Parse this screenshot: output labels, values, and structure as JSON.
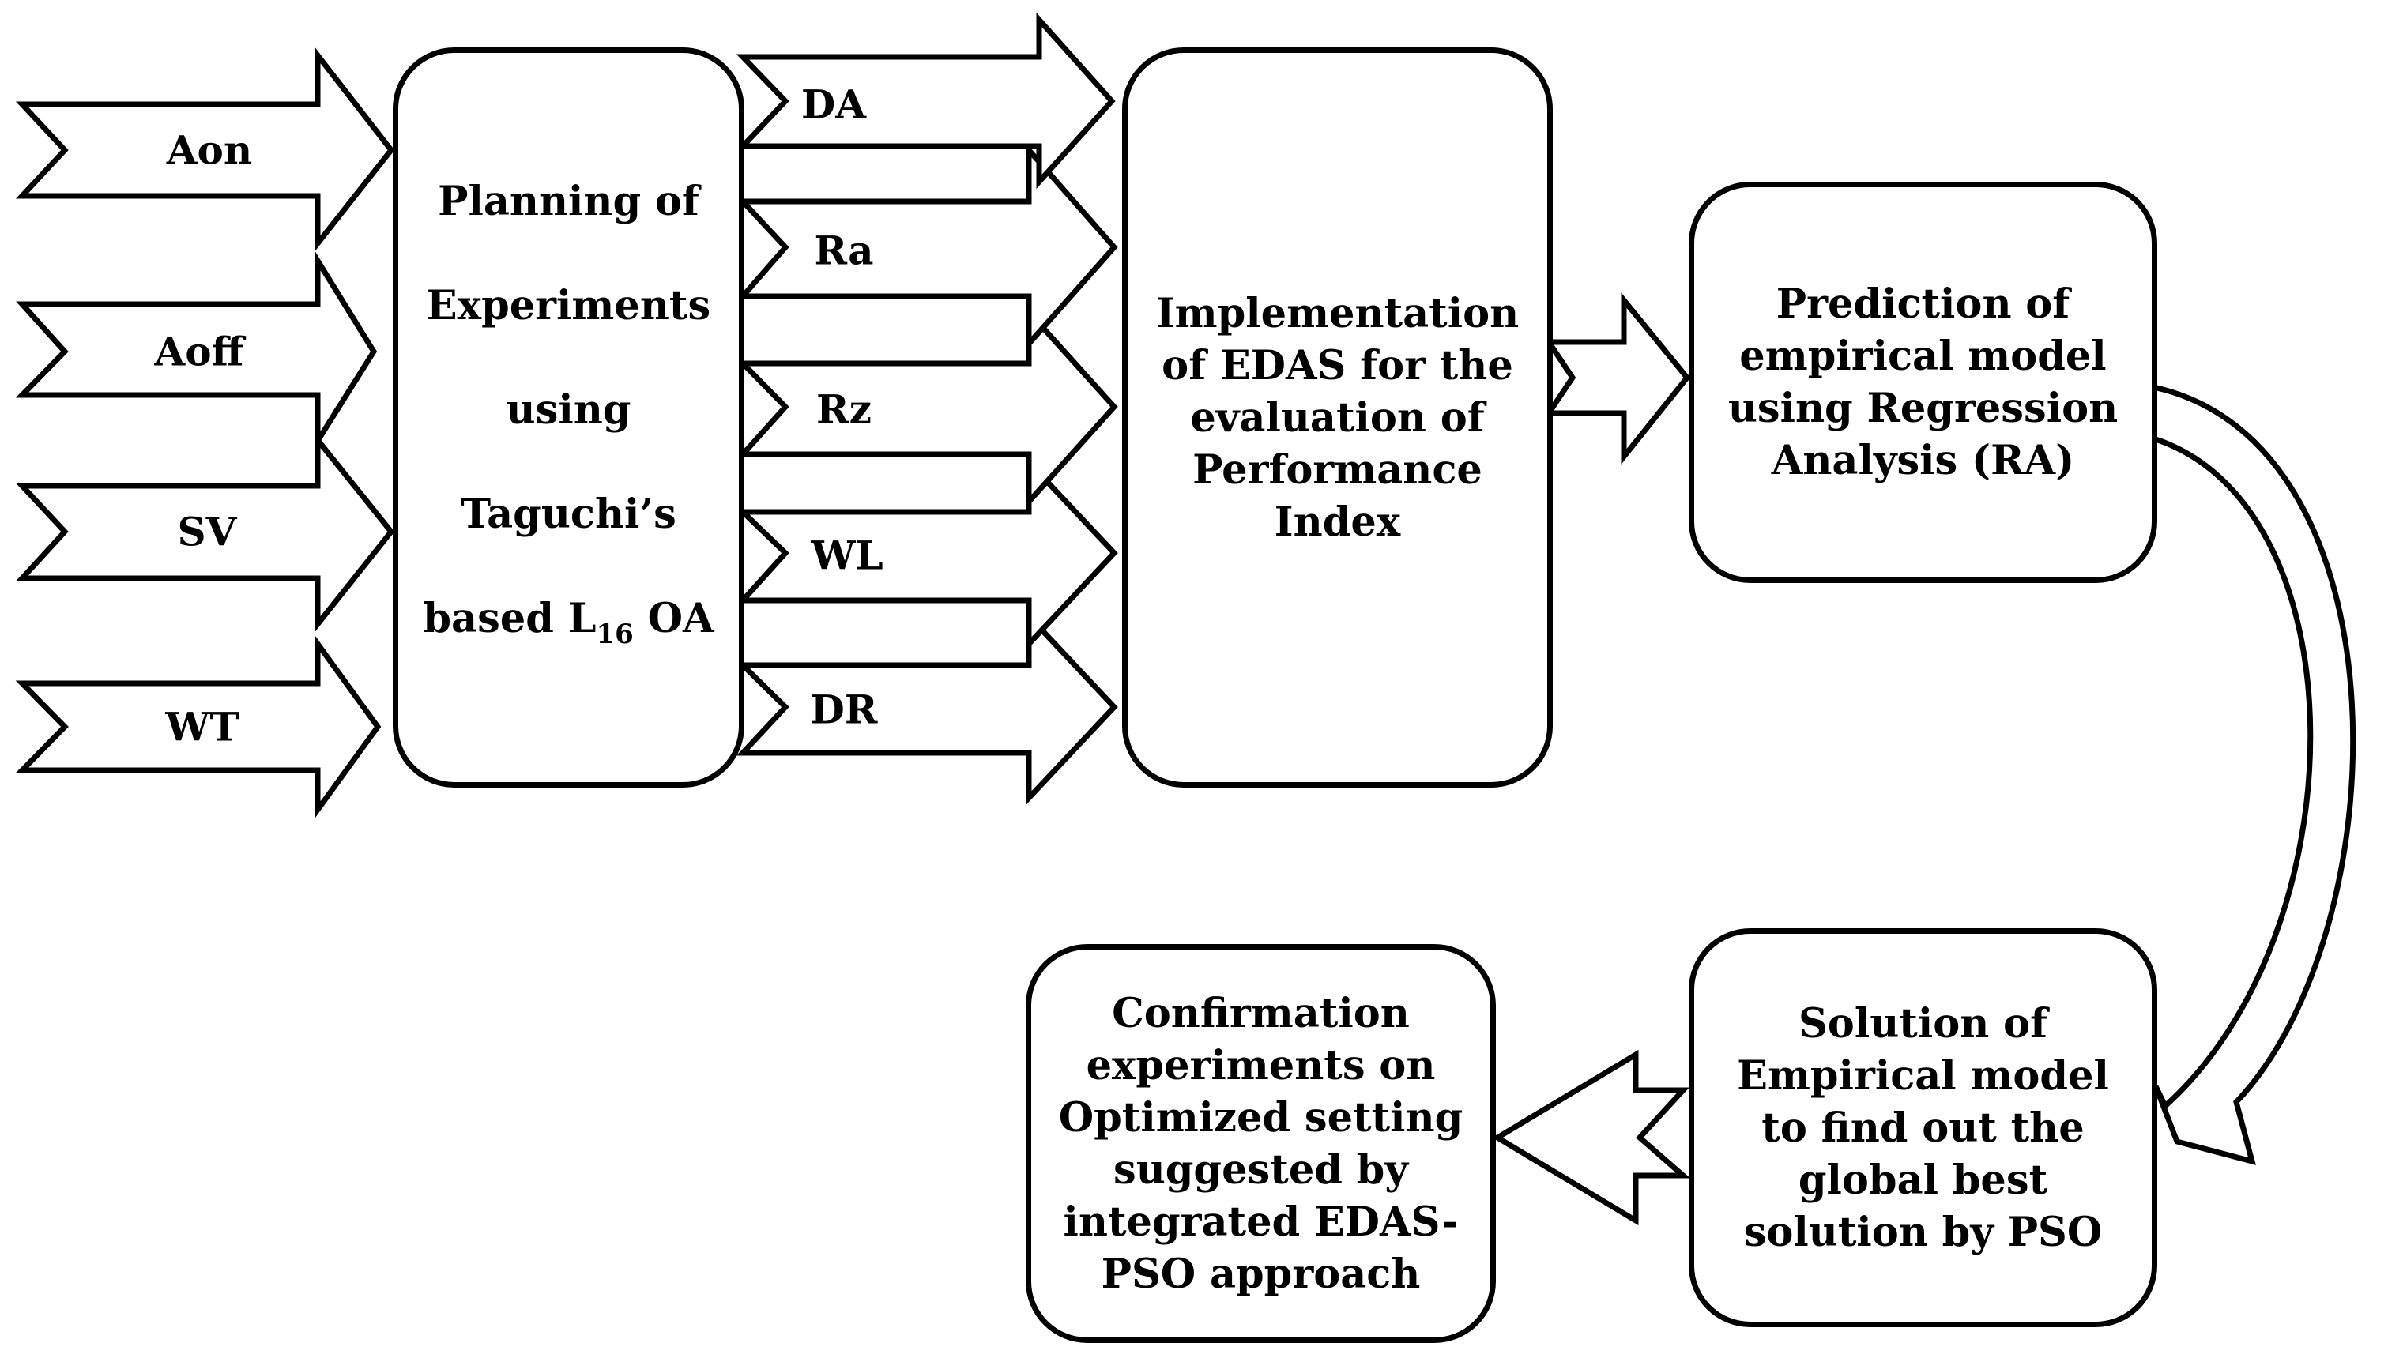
{
  "inputs": [
    "Aon",
    "Aoff",
    "SV",
    "WT"
  ],
  "outputs": [
    "DA",
    "Ra",
    "Rz",
    "WL",
    "DR"
  ],
  "boxes": {
    "planning": {
      "line1": "Planning of",
      "line2": "Experiments",
      "line3": "using",
      "line4": "Taguchi’s",
      "line5_pre": "based L",
      "line5_sub": "16",
      "line5_post": " OA"
    },
    "edas": "Implementation\nof EDAS for the\nevaluation of\nPerformance\nIndex",
    "prediction": "Prediction of\nempirical model\nusing Regression\nAnalysis (RA)",
    "solution": "Solution of\nEmpirical model\nto find out the\nglobal best\nsolution by PSO",
    "confirmation": "Confirmation\nexperiments on\nOptimized setting\nsuggested by\nintegrated EDAS-\nPSO approach"
  }
}
